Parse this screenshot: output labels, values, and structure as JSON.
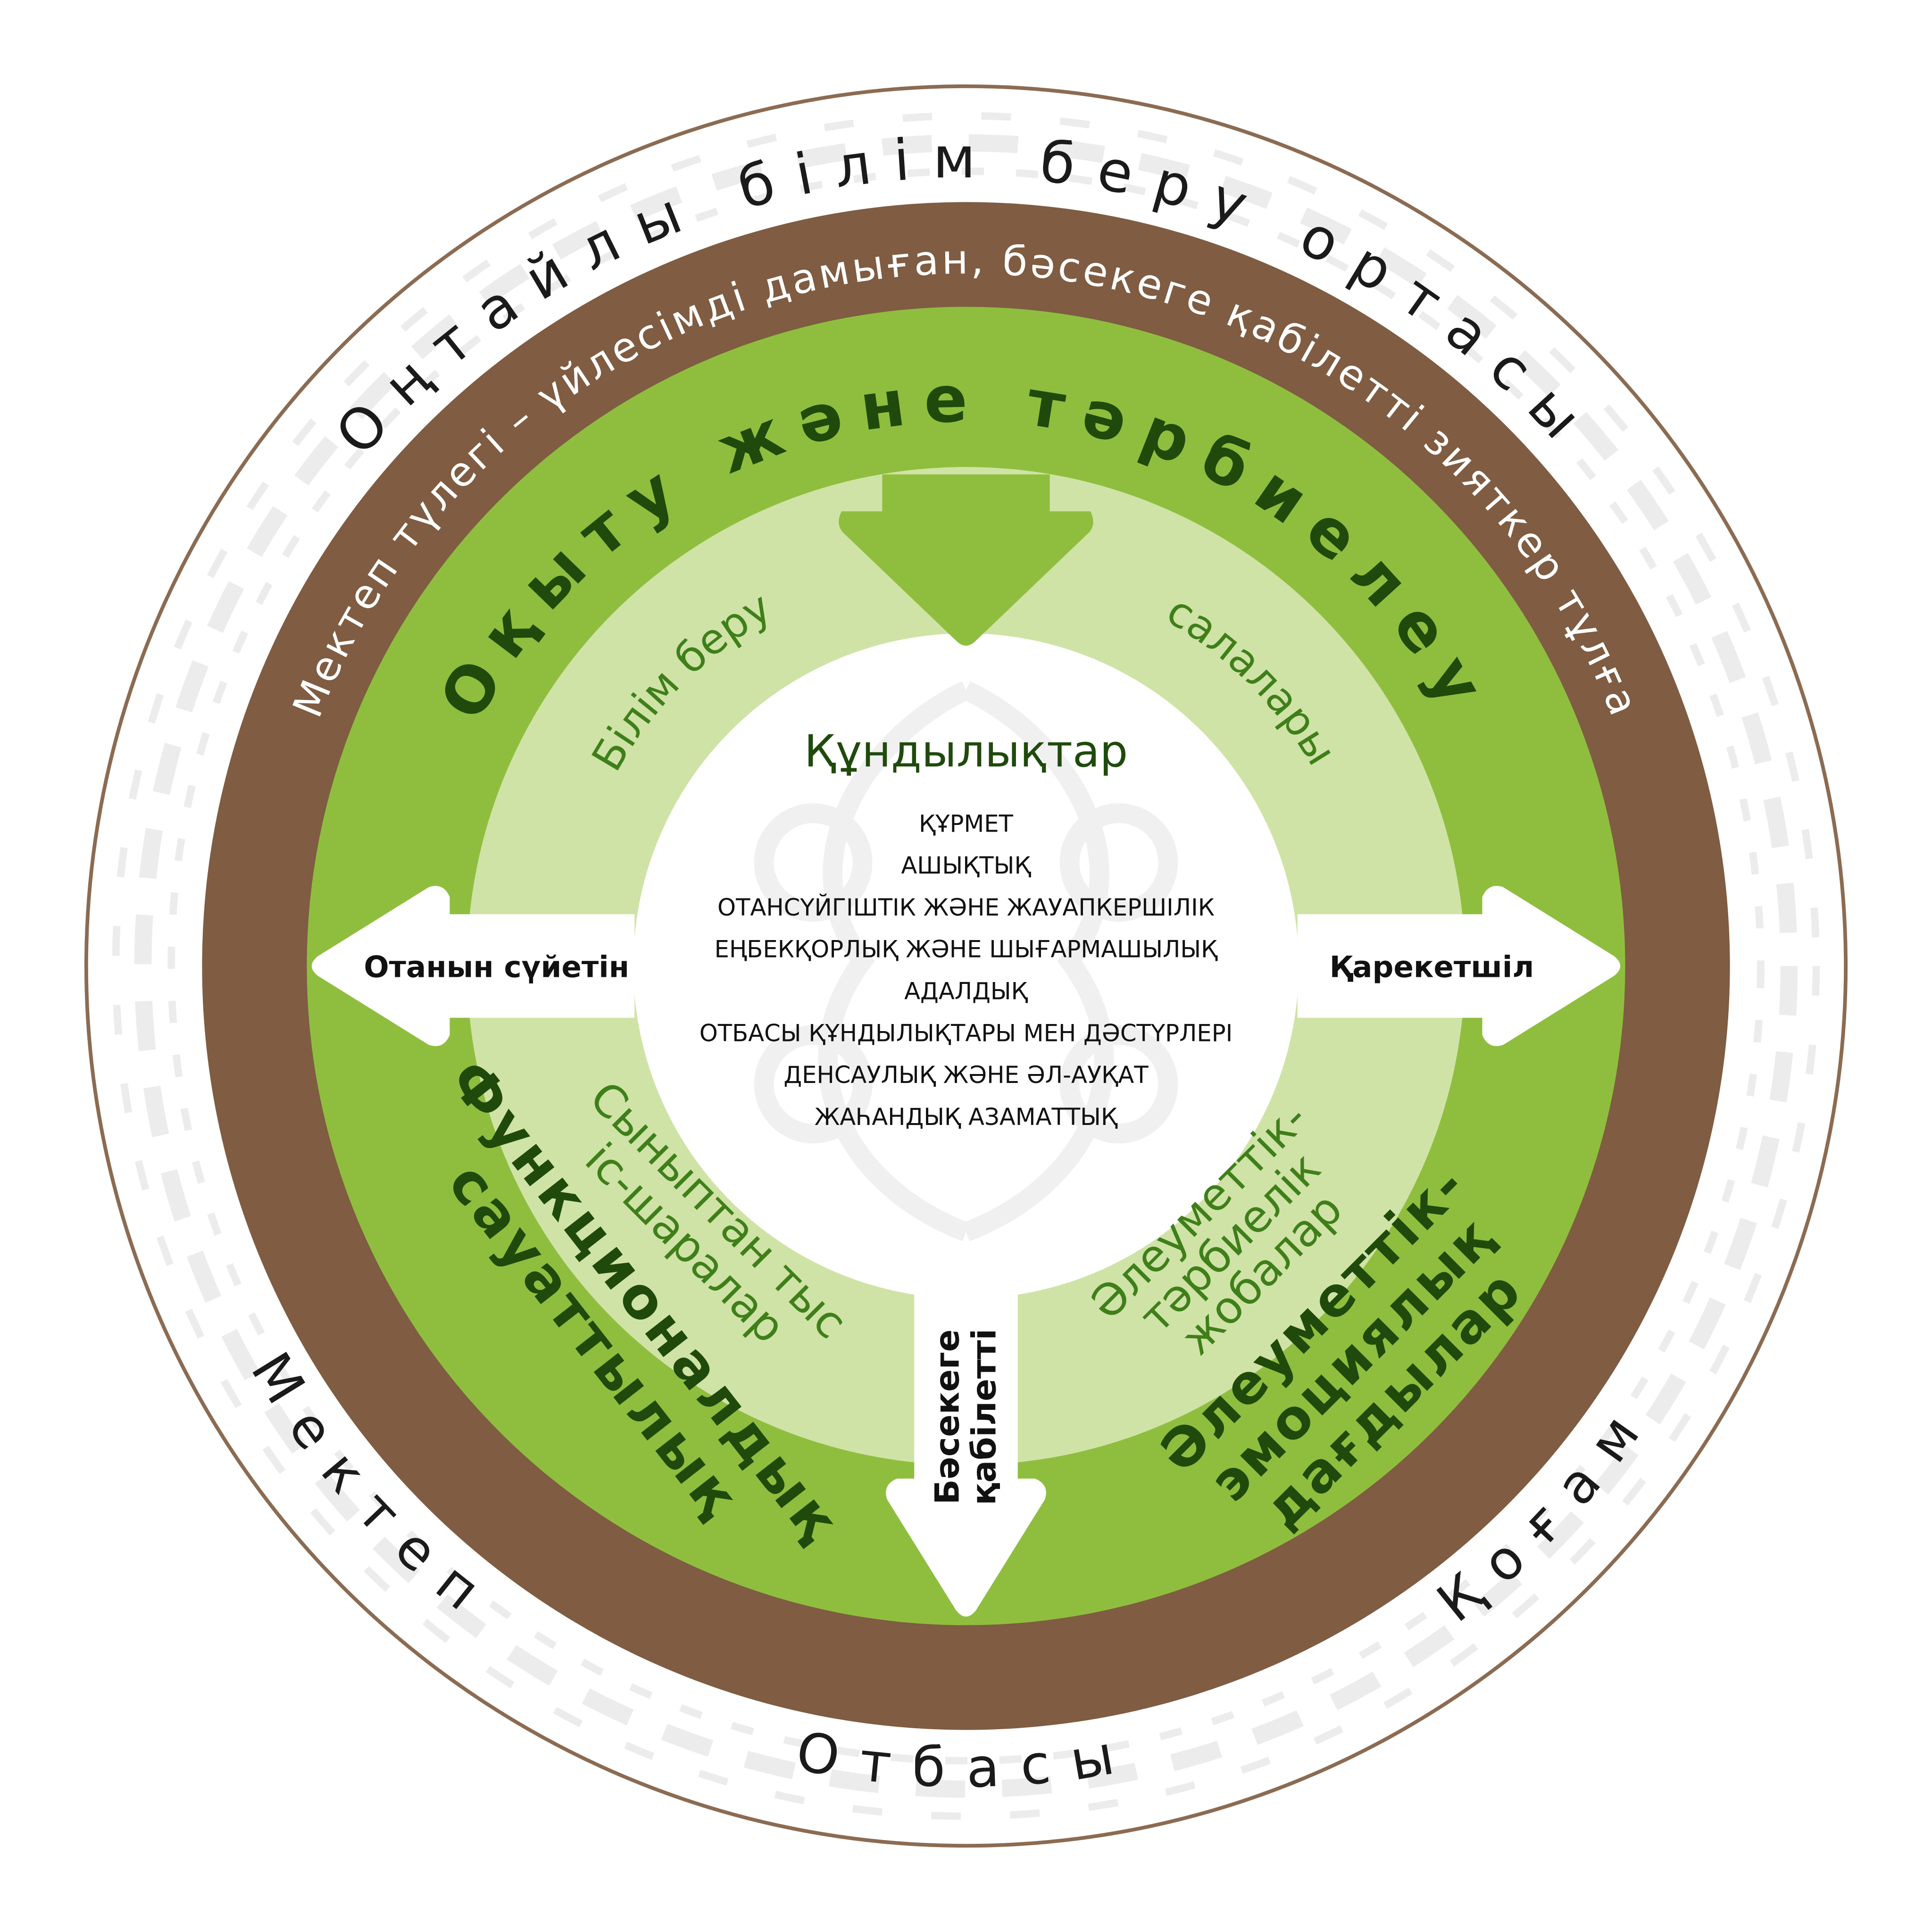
{
  "colors": {
    "brown": "#7f5c42",
    "green": "#8fbe3f",
    "light_green": "#cfe3a6",
    "dark_green": "#1f4a0c",
    "mid_green": "#3f7f1a",
    "ornament": "#ececec",
    "outline": "#8b6b52"
  },
  "outer_ring": {
    "top": "Оңтайлы білім беру ортасы",
    "bottom_left": "Мектеп",
    "bottom": "Отбасы",
    "bottom_right": "Қоғам"
  },
  "brown_ring": {
    "text": "Мектеп түлегі – үйлесімді дамыған, бәсекеге қабілетті зияткер тұлға"
  },
  "green_ring": {
    "top": "Оқыту және тәрбиелеу",
    "bottom_left": [
      "Функционалдық",
      "сауаттылық"
    ],
    "bottom_right": [
      "Әлеуметтік-",
      "эмоциялық",
      "дағдылар"
    ]
  },
  "light_ring": {
    "top_left": "Білім беру",
    "top_right": "салалары",
    "bottom_left": [
      "Сыныптан тыс",
      "іс-шаралар"
    ],
    "bottom_right": [
      "Әлеуметтік-",
      "тәрбиелік",
      "жобалар"
    ]
  },
  "arrows": {
    "left": "Отанын сүйетін",
    "right": "Қарекетшіл",
    "bottom": [
      "Бәсекеге",
      "қабілетті"
    ]
  },
  "center": {
    "title": "Құндылықтар",
    "values": [
      "ҚҰРМЕТ",
      "АШЫҚТЫҚ",
      "ОТАНСҮЙГІШТІК ЖӘНЕ ЖАУАПКЕРШІЛІК",
      "ЕҢБЕКҚОРЛЫҚ ЖӘНЕ ШЫҒАРМАШЫЛЫҚ",
      "АДАЛДЫҚ",
      "ОТБАСЫ ҚҰНДЫЛЫҚТАРЫ МЕН ДӘСТҮРЛЕРІ",
      "ДЕНСАУЛЫҚ ЖӘНЕ ӘЛ-АУҚАТ",
      "ЖАҺАНДЫҚ АЗАМАТТЫҚ"
    ]
  }
}
